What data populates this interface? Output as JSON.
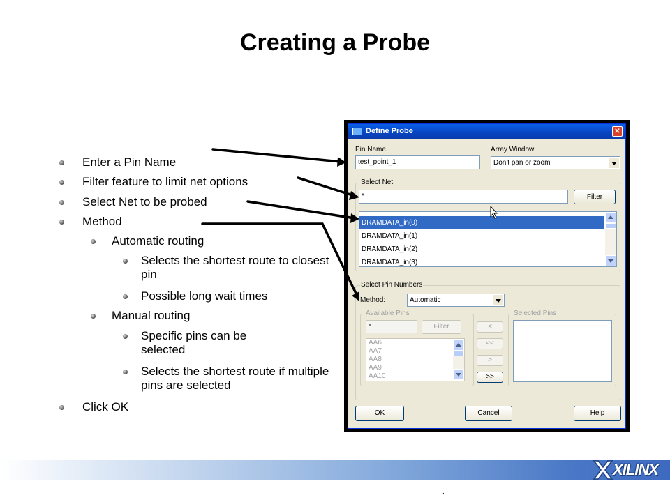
{
  "slide": {
    "title": "Creating a Probe"
  },
  "bullets": [
    {
      "text": "Enter a Pin Name"
    },
    {
      "text": "Filter feature to limit net options"
    },
    {
      "text": "Select Net to be probed"
    },
    {
      "text": "Method"
    },
    {
      "text": "Automatic routing"
    },
    {
      "text": "Selects the shortest route to closest pin"
    },
    {
      "text": "Possible long wait times"
    },
    {
      "text": "Manual routing"
    },
    {
      "text": "Specific pins can be selected"
    },
    {
      "text": "Selects the shortest route if multiple pins are selected"
    },
    {
      "text": "Click OK"
    }
  ],
  "dialog": {
    "title": "Define Probe",
    "pin_name_label": "Pin Name",
    "pin_name_value": "test_point_1",
    "array_window_label": "Array Window",
    "array_window_value": "Don't pan or zoom",
    "select_net_group": "Select Net",
    "net_filter_value": "*",
    "filter_button": "Filter",
    "nets": [
      "DRAMDATA_in(0)",
      "DRAMDATA_in(1)",
      "DRAMDATA_in(2)",
      "DRAMDATA_in(3)"
    ],
    "select_pin_group": "Select Pin Numbers",
    "method_label": "Method:",
    "method_value": "Automatic",
    "available_pins_group": "Available Pins",
    "pin_filter_value": "*",
    "pin_filter_button": "Filter",
    "available_pins": [
      "AA6",
      "AA7",
      "AA8",
      "AA9",
      "AA10"
    ],
    "move_buttons": [
      "<",
      "<<",
      ">",
      ">>"
    ],
    "selected_pins_group": "Selected Pins",
    "ok_button": "OK",
    "cancel_button": "Cancel",
    "help_button": "Help"
  },
  "footer": {
    "logo_text": "XILINX",
    "footer_mark": "."
  }
}
